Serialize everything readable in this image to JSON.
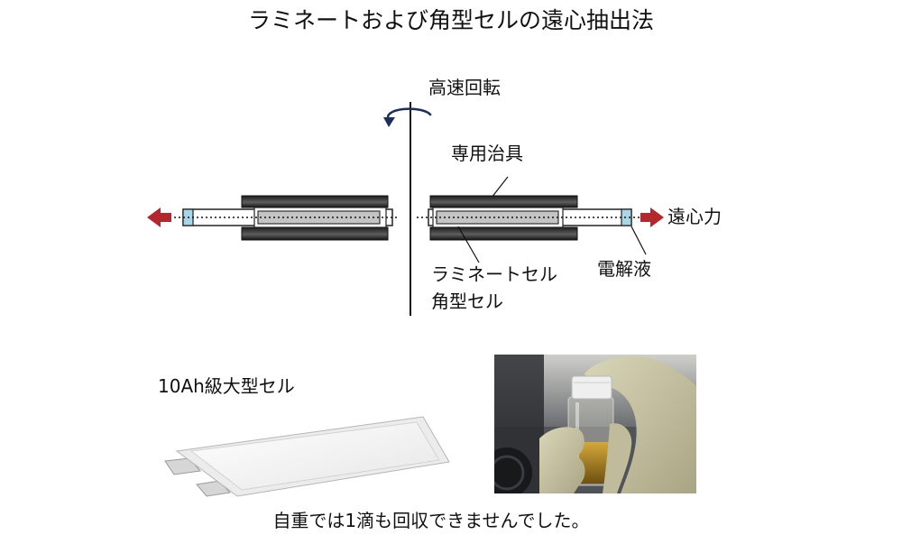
{
  "title": "ラミネートおよび角型セルの遠心抽出法",
  "diagram": {
    "rotation_label": "高速回転",
    "fixture_label": "専用治具",
    "force_label": "遠心力",
    "cell_label_laminate": "ラミネートセル",
    "cell_label_prismatic": "角型セル",
    "electrolyte_label": "電解液"
  },
  "large_cell_label": "10Ah級大型セル",
  "caption": "自重では1滴も回収できませんでした。",
  "colors": {
    "force_arrow": "#b3282d",
    "force_text": "#b3282d",
    "navy_text": "#1e3478",
    "rotation_arrow": "#1f2f5c",
    "electrolyte": "#a9d6e6"
  }
}
